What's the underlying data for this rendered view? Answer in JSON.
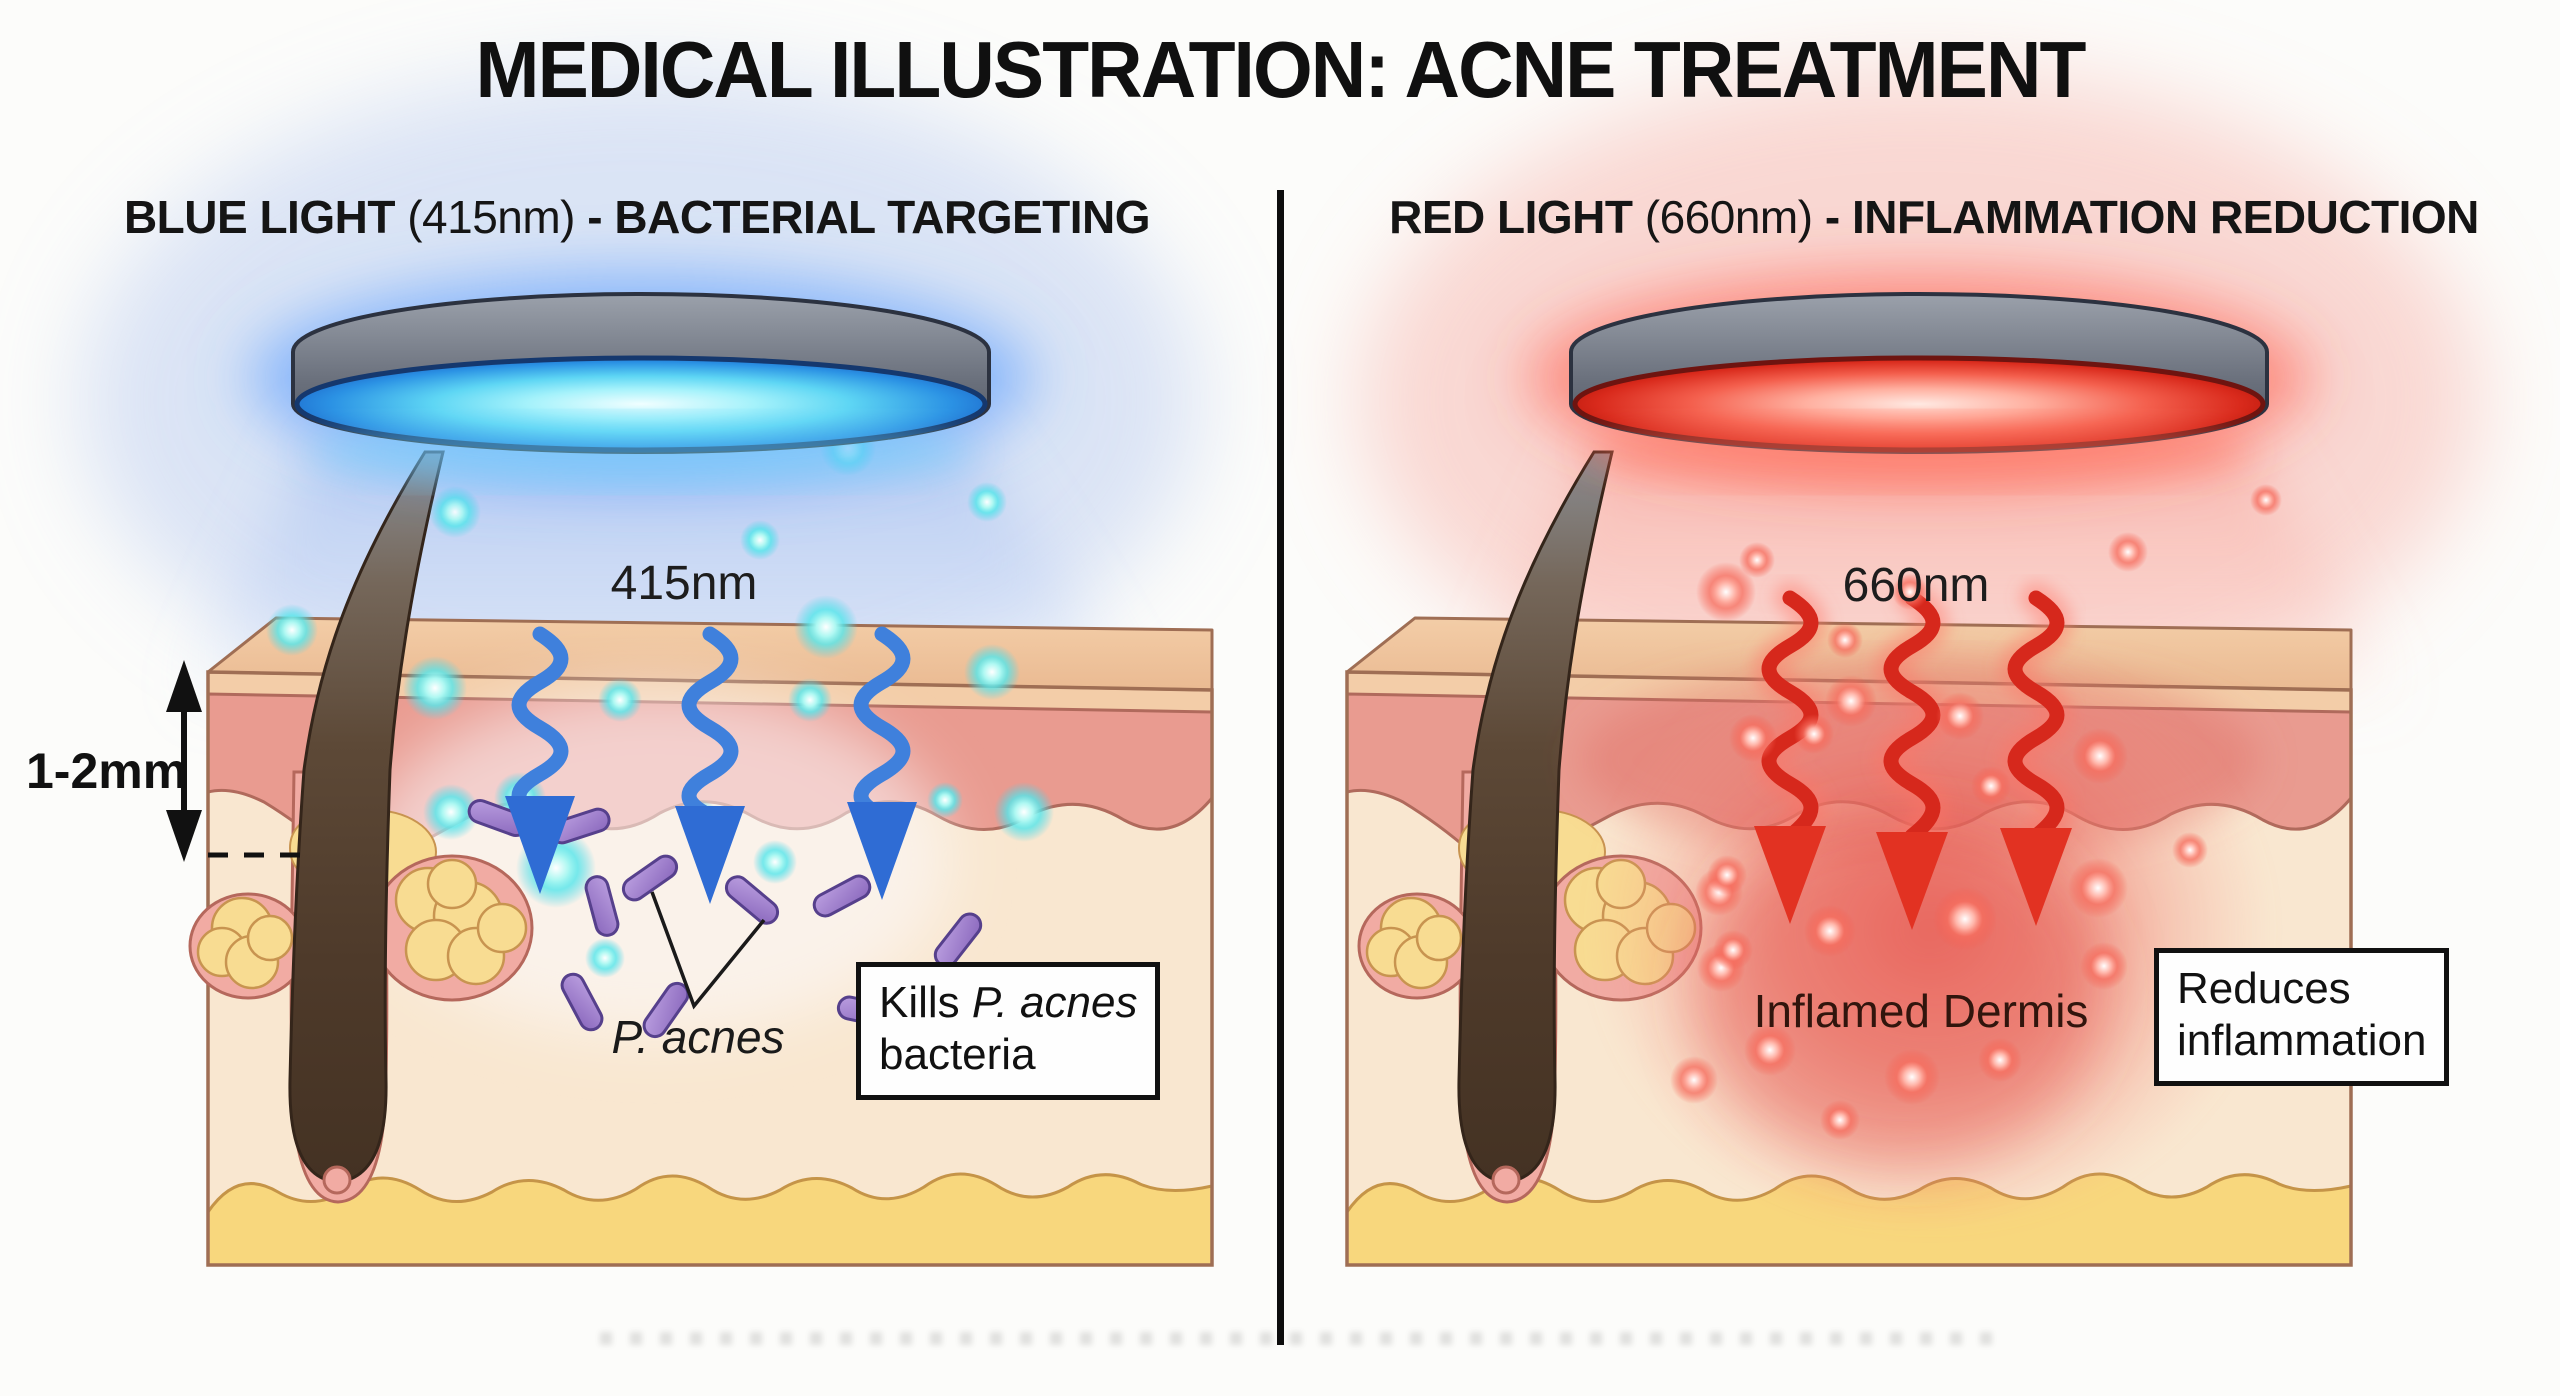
{
  "title": "MEDICAL ILLUSTRATION: ACNE TREATMENT",
  "panels": {
    "left": {
      "header": {
        "bold1": "BLUE LIGHT",
        "paren": "(415nm)",
        "bold2": "- BACTERIAL TARGETING"
      },
      "wavelength_label": "415nm",
      "depth_label": "1-2mm",
      "bacteria_label": "P. acnes",
      "callout": {
        "line1_prefix": "Kills",
        "line1_italic": "P. acnes",
        "line2": "bacteria"
      }
    },
    "right": {
      "header": {
        "bold1": "RED LIGHT",
        "paren": "(660nm)",
        "bold2": "- INFLAMMATION REDUCTION"
      },
      "wavelength_label": "660nm",
      "tissue_label": "Inflamed Dermis",
      "callout": {
        "line1": "Reduces",
        "line2": "inflammation"
      }
    }
  },
  "colors": {
    "blue_light_accent": "#35b5f0",
    "red_light_accent": "#ef4434",
    "blue_arrow": "#3f80dc",
    "red_arrow": "#d6281c",
    "bacteria_purple": "#8a68bd",
    "epidermis_salmon": "#e99b90",
    "dermis_cream": "#f9e7d0",
    "fat_yellow": "#f8d77d",
    "device_rim_gray": "#6a707c",
    "divider_black": "#0d0d0d"
  }
}
